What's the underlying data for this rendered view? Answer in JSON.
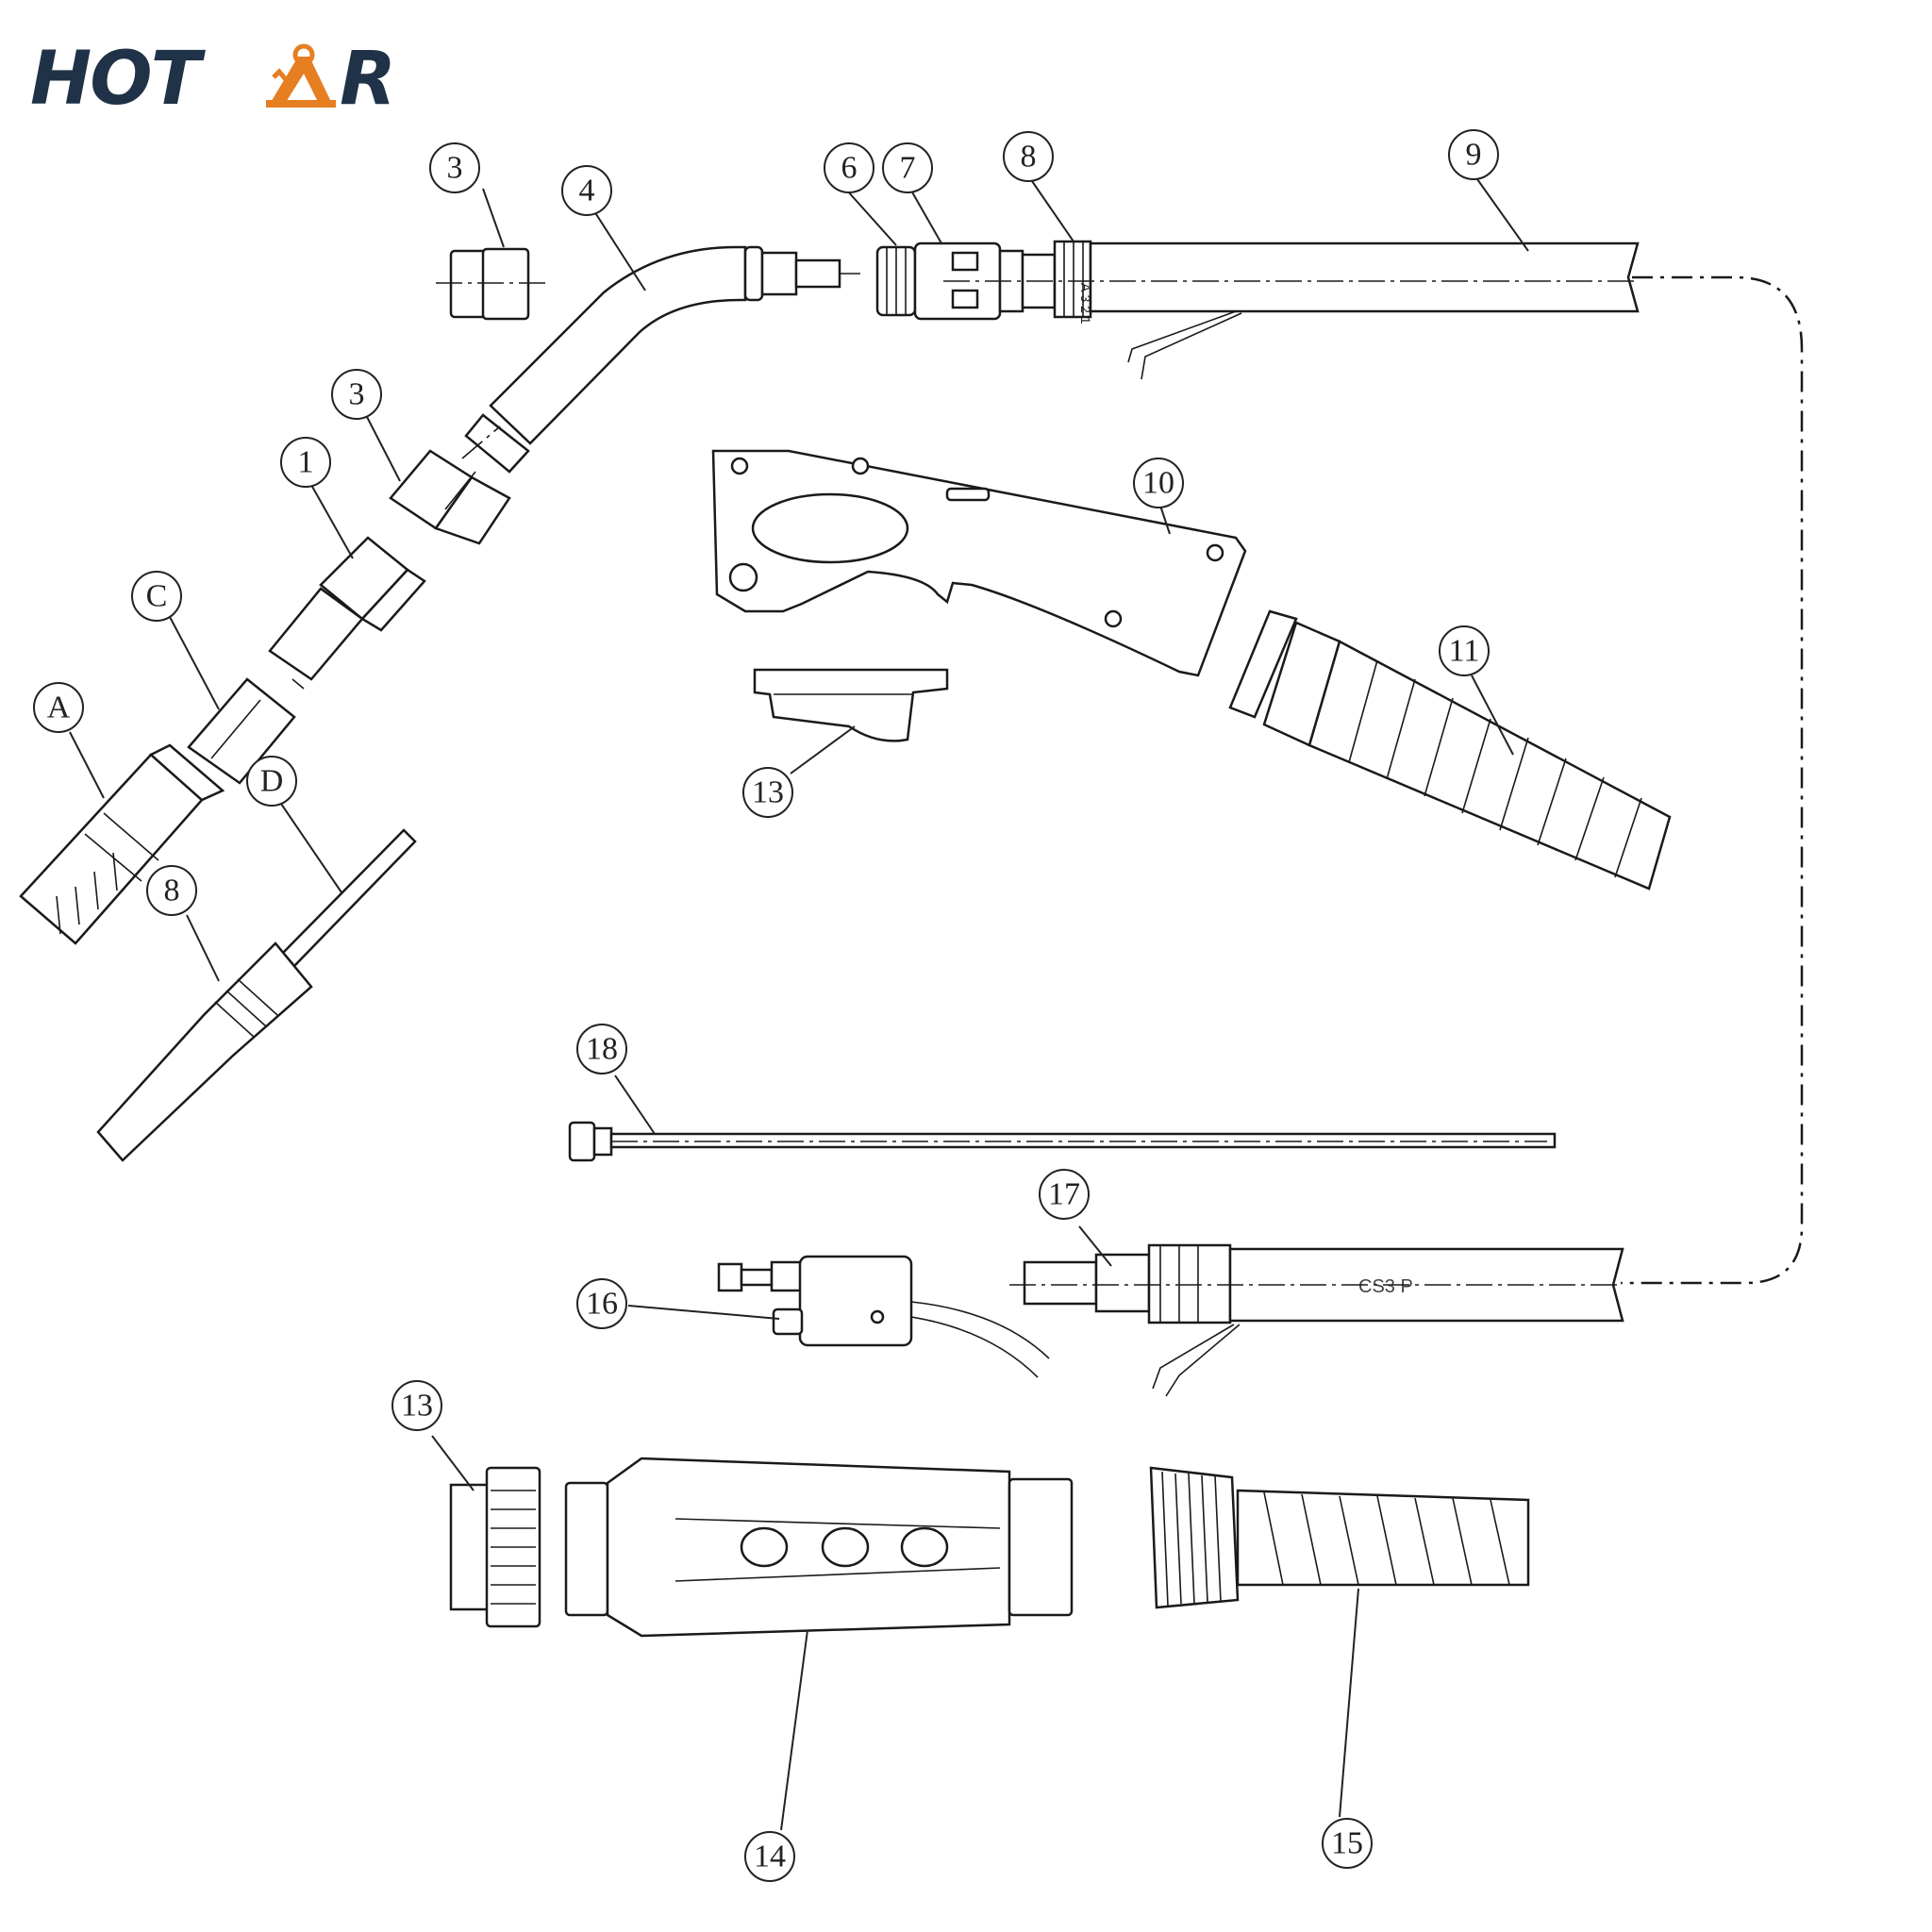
{
  "brand": {
    "logo_text_left": "HOT",
    "logo_text_right": "R",
    "logo_icon": "robot-arm-icon",
    "primary_color": "#1f3247",
    "accent_color": "#e67e22"
  },
  "callouts": {
    "c3a": "3",
    "c4": "4",
    "c6": "6",
    "c7": "7",
    "c8a": "8",
    "c9": "9",
    "c3b": "3",
    "c1": "1",
    "cC": "C",
    "cA": "A",
    "cD": "D",
    "c8b": "8",
    "c10": "10",
    "c11": "11",
    "c13a": "13",
    "c18": "18",
    "c17": "17",
    "c16": "16",
    "c13b": "13",
    "c14": "14",
    "c15": "15"
  },
  "cable_marking_top": "A 3 2 1",
  "cable_marking_bottom": "CS3 P"
}
